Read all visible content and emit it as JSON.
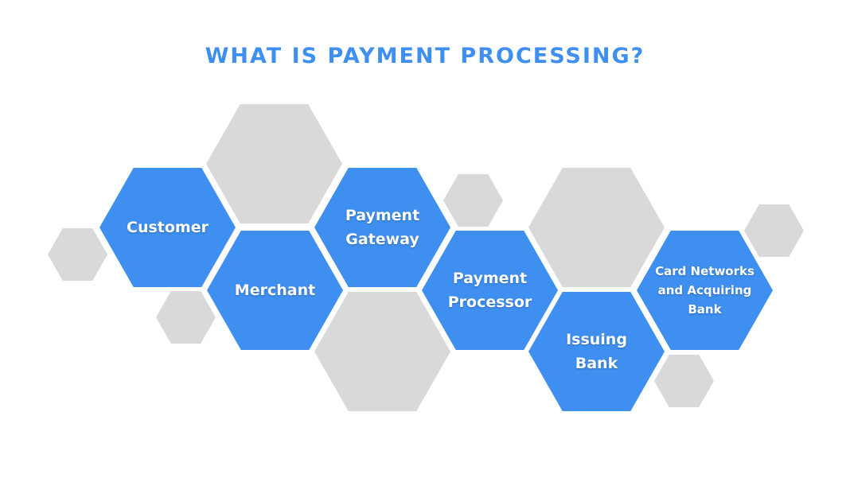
{
  "title": "WHAT IS PAYMENT PROCESSING?",
  "colors": {
    "accent": "#3f8ff0",
    "filler": "#d9d9d9",
    "background": "#ffffff"
  },
  "nodes": [
    {
      "label": "Customer"
    },
    {
      "label": "Merchant"
    },
    {
      "label": "Payment\nGateway"
    },
    {
      "label": "Payment\nProcessor"
    },
    {
      "label": "Issuing\nBank"
    },
    {
      "label": "Card Networks\nand Acquiring\nBank"
    }
  ]
}
